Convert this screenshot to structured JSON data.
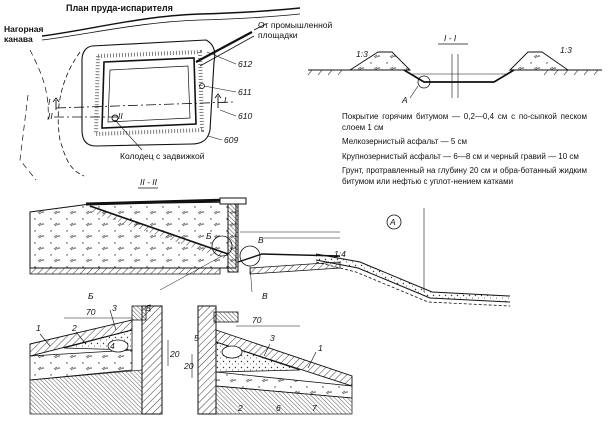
{
  "plan": {
    "title": "План пруда-испарителя",
    "ditch_label": "Нагорная\nканава",
    "source_label": "От промышленной\nплощадки",
    "well_label": "Колодец с задвижкой",
    "refs": [
      "612",
      "611",
      "610",
      "609"
    ],
    "section_marks": [
      "I",
      "II",
      "I",
      "II"
    ]
  },
  "section_I": {
    "title": "I - I",
    "slope_left": "1:3",
    "slope_right": "1:3",
    "detail_marker": "A"
  },
  "legend": {
    "items": [
      "Покрытие горячим битумом — 0,2—0,4 см с по-сыпкой песком слоем 1 см",
      "Мелкозернистый асфальт — 5 см",
      "Крупнозернистый асфальт — 6—8 см и черный гравий — 10 см",
      "Грунт, протравленный на глубину 20 см и обра-ботанный жидким битумом или нефтью с уплот-нением катками"
    ],
    "detail_marker": "A",
    "slope": "1:4"
  },
  "section_II": {
    "title": "II - II",
    "detail_b": "Б",
    "detail_v": "В",
    "circle_b": "Б",
    "circle_v": "В"
  },
  "detail_left": {
    "dim_70": "70",
    "dim_20": "20",
    "callouts": [
      "1",
      "2",
      "3",
      "4",
      "5"
    ]
  },
  "detail_right": {
    "dim_70": "70",
    "dim_20": "20",
    "callouts": [
      "5",
      "3",
      "1",
      "2",
      "6",
      "7"
    ]
  }
}
